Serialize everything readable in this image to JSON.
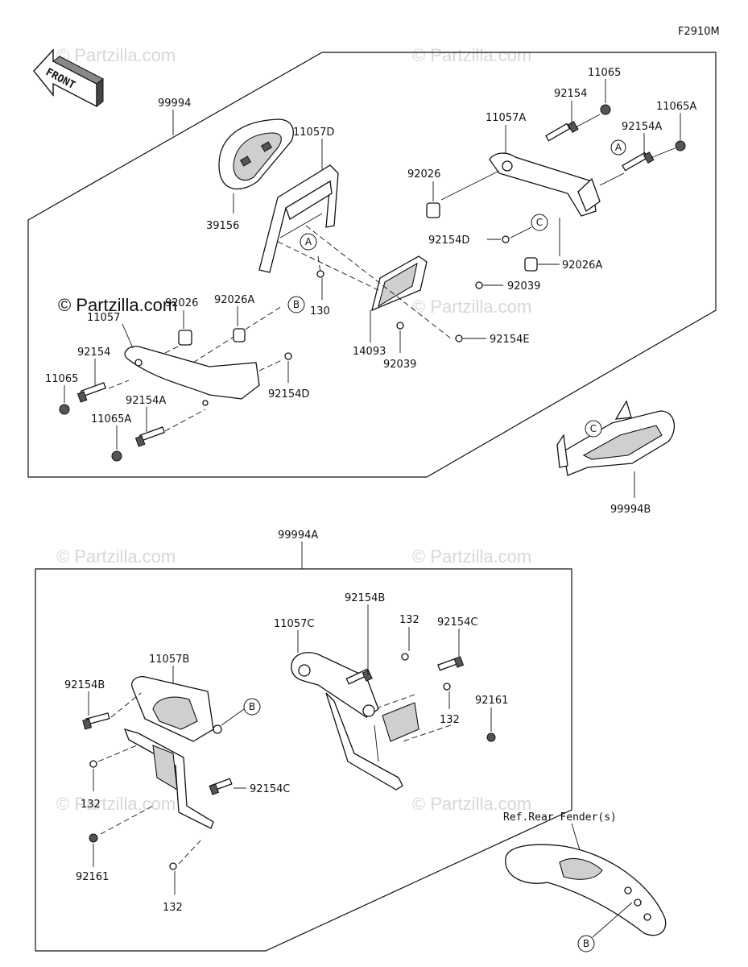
{
  "diagram_code": "F2910M",
  "front_label": "FRONT",
  "copyright": "© Partzilla.com",
  "watermark": "© Partzilla.com",
  "ref_rear_fender": "Ref.Rear Fender(s)",
  "labels": {
    "p99994": "99994",
    "p11057D": "11057D",
    "p39156": "39156",
    "p11065_top": "11065",
    "p92154_top": "92154",
    "p11057A": "11057A",
    "p11065A_top": "11065A",
    "p92154A_top": "92154A",
    "p92026_top": "92026",
    "p92154D_top": "92154D",
    "p92026A_top": "92026A",
    "p92039_a": "92039",
    "p92154E": "92154E",
    "p14093": "14093",
    "p92039_b": "92039",
    "p130": "130",
    "p92026_left": "92026",
    "p92026A_left": "92026A",
    "p11057": "11057",
    "p92154_left": "92154",
    "p11065_left": "11065",
    "p92154A_left": "92154A",
    "p11065A_left": "11065A",
    "p92154D_left": "92154D",
    "p99994B": "99994B",
    "p99994A": "99994A",
    "p92154B_top": "92154B",
    "p11057C": "11057C",
    "p132_top": "132",
    "p92154C_top": "92154C",
    "p132_mid": "132",
    "p92161_right": "92161",
    "p11057B": "11057B",
    "p92154B_left": "92154B",
    "p92154C_left": "92154C",
    "p132_left": "132",
    "p92161_left": "92161",
    "p132_bottom": "132"
  },
  "refs": {
    "A": "A",
    "B": "B",
    "C": "C"
  }
}
